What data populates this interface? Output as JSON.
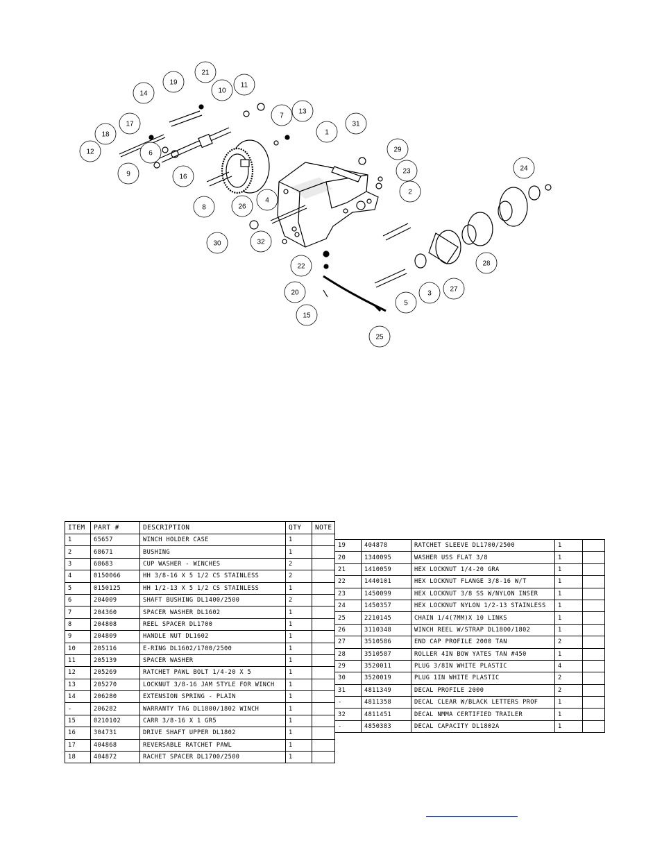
{
  "diagram": {
    "callouts": [
      "1",
      "2",
      "3",
      "4",
      "5",
      "6",
      "7",
      "8",
      "9",
      "10",
      "11",
      "12",
      "13",
      "14",
      "15",
      "16",
      "17",
      "18",
      "19",
      "20",
      "21",
      "22",
      "23",
      "24",
      "25",
      "26",
      "27",
      "28",
      "29",
      "30",
      "31",
      "32"
    ]
  },
  "table_left": {
    "headers": [
      "ITEM",
      "PART #",
      "DESCRIPTION",
      "QTY",
      "NOTE"
    ],
    "rows": [
      [
        "1",
        "65657",
        "WINCH HOLDER CASE",
        "1",
        ""
      ],
      [
        "2",
        "68671",
        "BUSHING",
        "1",
        ""
      ],
      [
        "3",
        "68683",
        "CUP WASHER - WINCHES",
        "2",
        ""
      ],
      [
        "4",
        "0150066",
        "HH 3/8-16 X 5 1/2 CS STAINLESS",
        "2",
        ""
      ],
      [
        "5",
        "0150125",
        "HH 1/2-13 X 5 1/2 CS STAINLESS",
        "1",
        ""
      ],
      [
        "6",
        "204009",
        "SHAFT BUSHING  DL1400/2500",
        "2",
        ""
      ],
      [
        "7",
        "204360",
        "SPACER WASHER  DL1602",
        "1",
        ""
      ],
      [
        "8",
        "204808",
        "REEL SPACER  DL1700",
        "1",
        ""
      ],
      [
        "9",
        "204809",
        "HANDLE NUT  DL1602",
        "1",
        ""
      ],
      [
        "10",
        "205116",
        "E-RING DL1602/1700/2500",
        "1",
        ""
      ],
      [
        "11",
        "205139",
        "SPACER WASHER",
        "1",
        ""
      ],
      [
        "12",
        "205269",
        "RATCHET PAWL BOLT 1/4-20 X 5",
        "1",
        ""
      ],
      [
        "13",
        "205270",
        "LOCKNUT 3/8-16 JAM STYLE FOR WINCH",
        "1",
        ""
      ],
      [
        "14",
        "206280",
        "EXTENSION SPRING - PLAIN",
        "1",
        ""
      ],
      [
        "-",
        "206282",
        "WARRANTY TAG DL1800/1802 WINCH",
        "1",
        ""
      ],
      [
        "15",
        "0210102",
        "CARR 3/8-16 X 1 GR5",
        "1",
        ""
      ],
      [
        "16",
        "304731",
        "DRIVE SHAFT UPPER  DL1802",
        "1",
        ""
      ],
      [
        "17",
        "404868",
        "REVERSABLE RATCHET PAWL",
        "1",
        ""
      ],
      [
        "18",
        "404872",
        "RACHET SPACER  DL1700/2500",
        "1",
        ""
      ]
    ]
  },
  "table_right": {
    "rows": [
      [
        "19",
        "404878",
        "RATCHET SLEEVE  DL1700/2500",
        "1",
        ""
      ],
      [
        "20",
        "1340095",
        "WASHER USS FLAT 3/8",
        "1",
        ""
      ],
      [
        "21",
        "1410059",
        "HEX LOCKNUT 1/4-20 GRA",
        "1",
        ""
      ],
      [
        "22",
        "1440101",
        "HEX LOCKNUT FLANGE 3/8-16 W/T",
        "1",
        ""
      ],
      [
        "23",
        "1450099",
        "HEX LOCKNUT 3/8 SS W/NYLON INSER",
        "1",
        ""
      ],
      [
        "24",
        "1450357",
        "HEX LOCKNUT NYLON 1/2-13 STAINLESS",
        "1",
        ""
      ],
      [
        "25",
        "2210145",
        "CHAIN 1/4(7MM)X 10 LINKS",
        "1",
        ""
      ],
      [
        "26",
        "3110348",
        "WINCH REEL W/STRAP  DL1800/1802",
        "1",
        ""
      ],
      [
        "27",
        "3510586",
        "END CAP PROFILE 2000 TAN",
        "2",
        ""
      ],
      [
        "28",
        "3510587",
        "ROLLER 4IN BOW YATES TAN #450",
        "1",
        ""
      ],
      [
        "29",
        "3520011",
        "PLUG  3/8IN WHITE PLASTIC",
        "4",
        ""
      ],
      [
        "30",
        "3520019",
        "PLUG  1IN WHITE PLASTIC",
        "2",
        ""
      ],
      [
        "31",
        "4811349",
        "DECAL PROFILE 2000",
        "2",
        ""
      ],
      [
        "-",
        "4811358",
        "DECAL CLEAR W/BLACK LETTERS PROF",
        "1",
        ""
      ],
      [
        "32",
        "4811451",
        "DECAL NMMA CERTIFIED TRAILER",
        "1",
        ""
      ],
      [
        "-",
        "4850383",
        "DECAL CAPACITY DL1802A",
        "1",
        ""
      ]
    ]
  }
}
